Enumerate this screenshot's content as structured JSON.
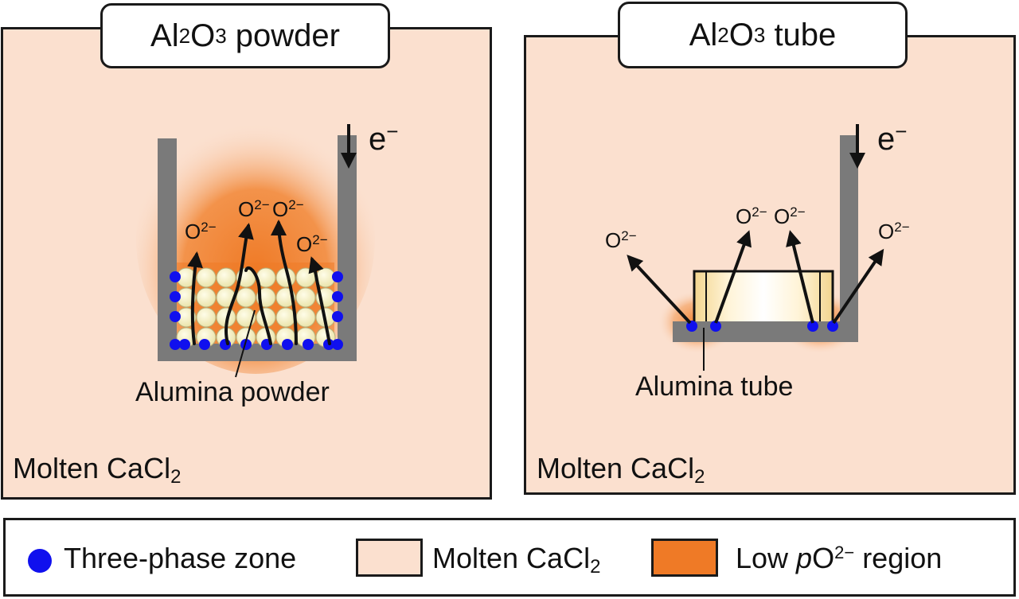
{
  "left_panel": {
    "title_main": "Al",
    "title_sub1": "2",
    "title_mid": "O",
    "title_sub2": "3",
    "title_rest": " powder",
    "molten_main": "Molten CaCl",
    "molten_sub": "2",
    "electron_label": "e",
    "electron_sup": "−",
    "oxide_ions": [
      {
        "base": "O",
        "sup": "2−"
      },
      {
        "base": "O",
        "sup": "2−"
      },
      {
        "base": "O",
        "sup": "2−"
      },
      {
        "base": "O",
        "sup": "2−"
      }
    ],
    "caption": "Alumina powder"
  },
  "right_panel": {
    "title_main": "Al",
    "title_sub1": "2",
    "title_mid": "O",
    "title_sub2": "3",
    "title_rest": " tube",
    "molten_main": "Molten CaCl",
    "molten_sub": "2",
    "electron_label": "e",
    "electron_sup": "−",
    "oxide_ions": [
      {
        "base": "O",
        "sup": "2−"
      },
      {
        "base": "O",
        "sup": "2−"
      },
      {
        "base": "O",
        "sup": "2−"
      },
      {
        "base": "O",
        "sup": "2−"
      }
    ],
    "caption": "Alumina tube"
  },
  "legend": {
    "three_phase": "Three-phase zone",
    "molten_main": "Molten CaCl",
    "molten_sub": "2",
    "low_po_prefix": "Low ",
    "low_po_italic": "p",
    "low_po_base": "O",
    "low_po_sup": "2−",
    "low_po_suffix": " region"
  },
  "colors": {
    "molten_bg": "#fbe0cf",
    "low_po_region": "#ef7a26",
    "three_phase_dot": "#1010ee",
    "electrode": "#7a7a7a",
    "alumina_particle": "#f6f2c4"
  }
}
